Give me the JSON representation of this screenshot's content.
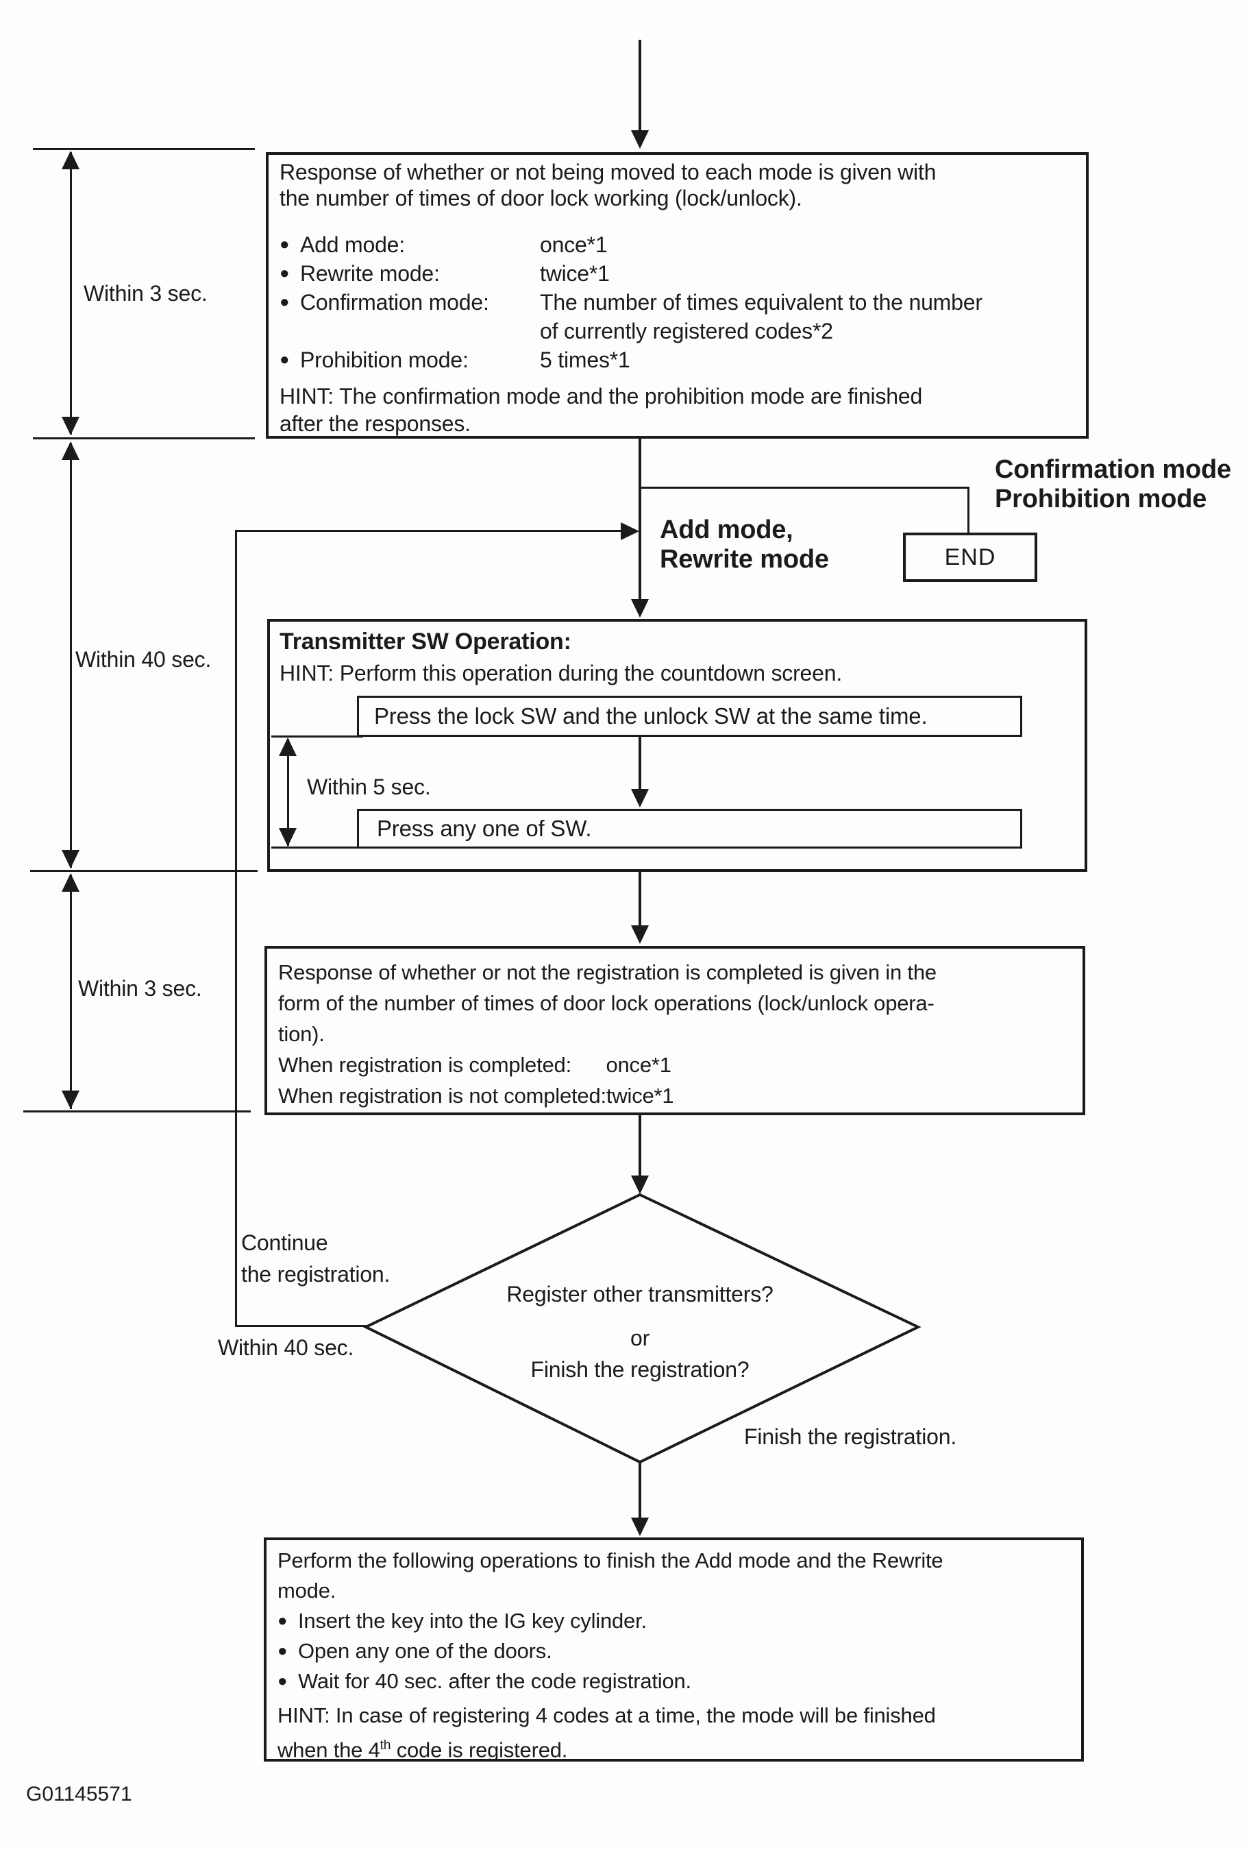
{
  "figure_code": "G01145571",
  "colors": {
    "ink": "#1b1b1b",
    "paper": "#fdfdfc"
  },
  "ruler": {
    "seg1_label": "Within 3 sec.",
    "seg2_label": "Within 40 sec.",
    "seg3_label": "Within 3 sec."
  },
  "box_mode_response": {
    "intro": "Response of whether or not being moved to each mode is given with\nthe number of times of door lock working (lock/unlock).",
    "bullet_glyph": "●",
    "bullets": [
      {
        "label": "Add mode:",
        "value": "once*1"
      },
      {
        "label": "Rewrite mode:",
        "value": "twice*1"
      },
      {
        "label": "Confirmation mode:",
        "value": "The number of times equivalent to the number\nof currently registered codes*2"
      },
      {
        "label": "Prohibition mode:",
        "value": "5 times*1"
      }
    ],
    "hint": "HINT: The confirmation mode and the prohibition mode are finished\nafter the responses."
  },
  "branch_labels": {
    "confirmation_prohibition": "Confirmation mode\nProhibition mode",
    "add_rewrite": "Add mode,\nRewrite mode"
  },
  "end_box": {
    "label": "END"
  },
  "box_transmitter": {
    "title": "Transmitter SW Operation:",
    "hint": "HINT: Perform this operation during the countdown screen.",
    "step1": "Press the lock SW and the unlock SW at the same time.",
    "within5_label": "Within 5 sec.",
    "step2": "Press any one of SW."
  },
  "box_registration_response": {
    "text": "Response of whether or not the registration is completed is given in the\nform of the number of times of door lock operations (lock/unlock opera-\ntion).\nWhen registration is completed:      once*1\nWhen registration is not completed:twice*1"
  },
  "decision": {
    "line1": "Register other transmitters?",
    "line2": "or",
    "line3": "Finish the registration?",
    "continue_label": "Continue\nthe registration.",
    "within40_label": "Within 40 sec.",
    "finish_label": "Finish the registration."
  },
  "box_finish": {
    "para": "Perform the following operations to finish the Add mode and the Rewrite\nmode.",
    "bullet_glyph": "●",
    "bullets": [
      "Insert the key into the IG key cylinder.",
      "Open any one of the doors.",
      "Wait for 40 sec. after the code registration."
    ],
    "hint_pre": "HINT: In case of registering 4 codes at a time, the mode will be finished\nwhen the 4",
    "hint_sup": "th",
    "hint_post": " code is registered."
  }
}
